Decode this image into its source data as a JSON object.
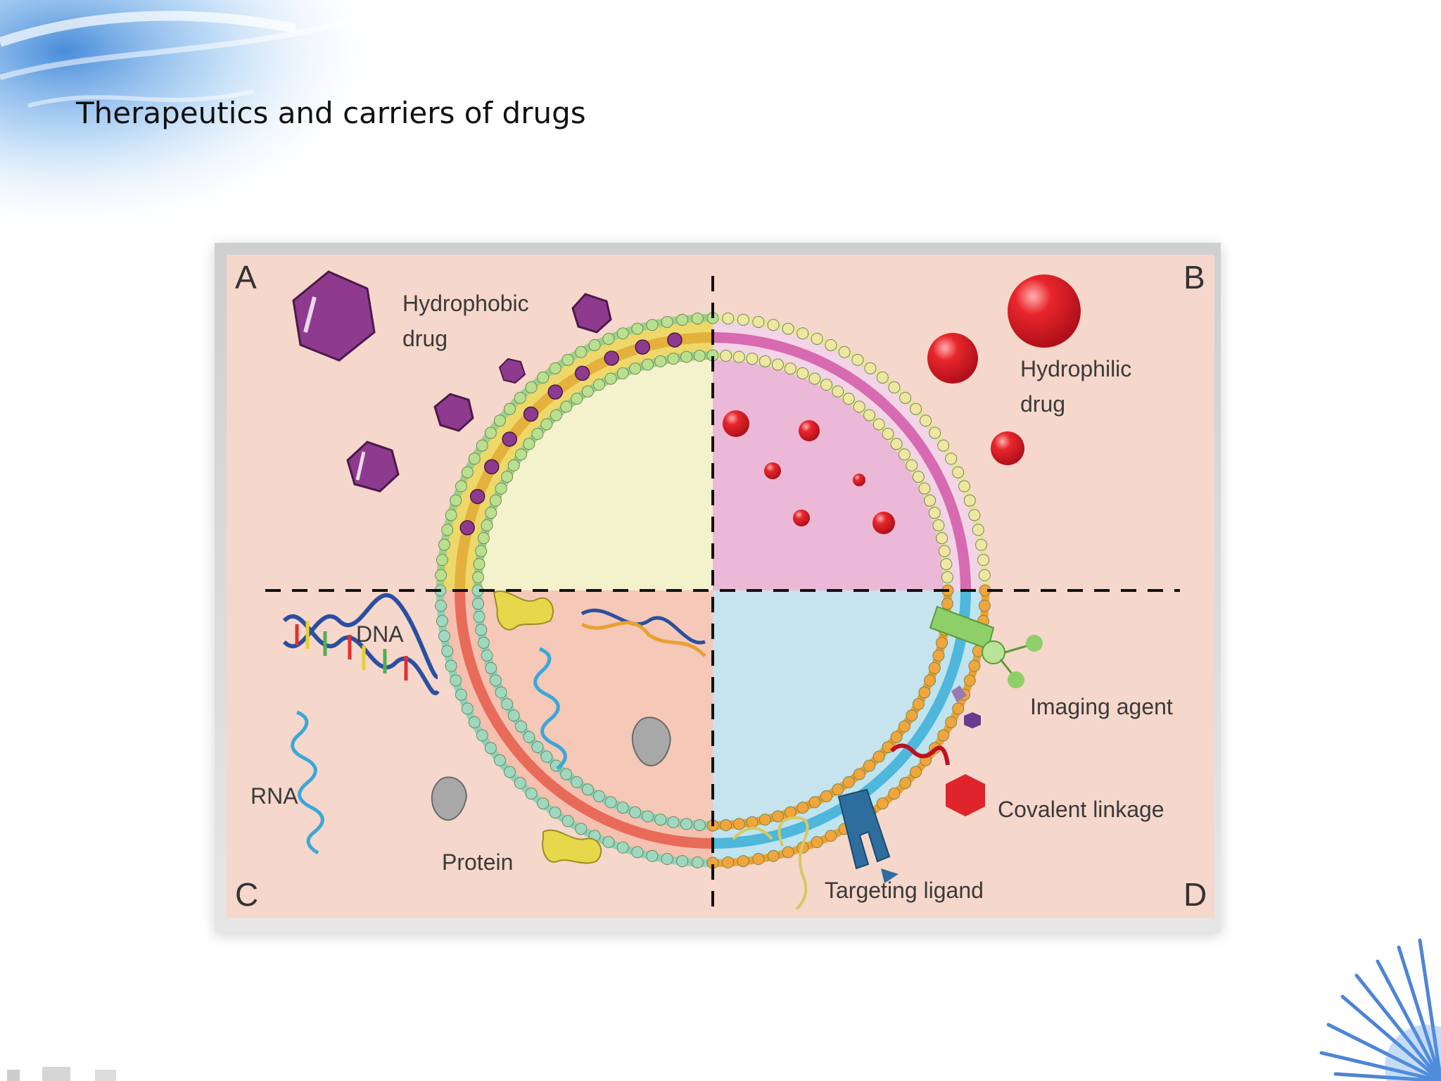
{
  "slide": {
    "title": "Therapeutics and carriers of drugs"
  },
  "diagram": {
    "panels": {
      "a": "A",
      "b": "B",
      "c": "C",
      "d": "D"
    },
    "labels": {
      "hydrophobic_line1": "Hydrophobic",
      "hydrophobic_line2": "drug",
      "hydrophilic_line1": "Hydrophilic",
      "hydrophilic_line2": "drug",
      "dna": "DNA",
      "rna": "RNA",
      "protein": "Protein",
      "imaging_agent": "Imaging agent",
      "covalent_linkage": "Covalent linkage",
      "targeting_ligand": "Targeting ligand"
    },
    "colors": {
      "background": "#f6d7cb",
      "quadrant_a_core": "#f4f2cc",
      "quadrant_b_core": "#ecb8d8",
      "quadrant_c_core": "#f5c8b8",
      "quadrant_d_core": "#c6e3ee",
      "hydrophobic_drug": "#8e3a8e",
      "hydrophilic_drug": "#e0242b",
      "imaging_agent": "#8fcf6a",
      "covalent_drug": "#e0242b",
      "targeting_receptor": "#2e6e9e",
      "protein_yellow": "#e6d84a",
      "protein_gray": "#a8a8a8"
    }
  }
}
